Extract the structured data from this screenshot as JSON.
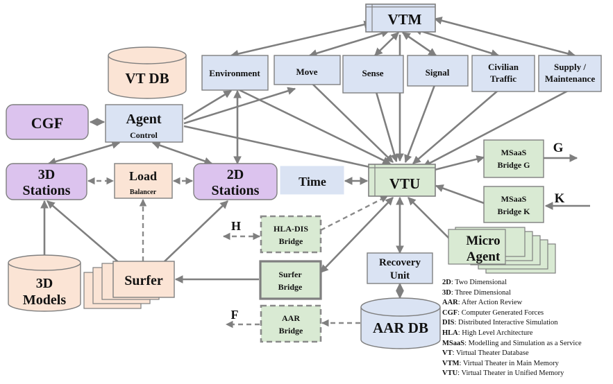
{
  "nodes": {
    "vtm": "VTM",
    "vtdb": "VT DB",
    "environment": "Environment",
    "move": "Move",
    "sense": "Sense",
    "signal": "Signal",
    "civilian_1": "Civilian",
    "civilian_2": "Traffic",
    "supply_1": "Supply /",
    "supply_2": "Maintenance",
    "cgf": "CGF",
    "agent_1": "Agent",
    "agent_2": "Control",
    "stations3d_1": "3D",
    "stations3d_2": "Stations",
    "load_1": "Load",
    "load_2": "Balancer",
    "stations2d_1": "2D",
    "stations2d_2": "Stations",
    "time": "Time",
    "vtu": "VTU",
    "bridge_g_1": "MSaaS",
    "bridge_g_2": "Bridge G",
    "bridge_k_1": "MSaaS",
    "bridge_k_2": "Bridge K",
    "label_g": "G",
    "label_k": "K",
    "label_h": "H",
    "hla_1": "HLA-DIS",
    "hla_2": "Bridge",
    "micro_1": "Micro",
    "micro_2": "Agent",
    "models_1": "3D",
    "models_2": "Models",
    "surfer": "Surfer",
    "surfer_bridge_1": "Surfer",
    "surfer_bridge_2": "Bridge",
    "recovery_1": "Recovery",
    "recovery_2": "Unit",
    "label_f": "F",
    "aar_1": "AAR",
    "aar_2": "Bridge",
    "aardb": "AAR DB"
  },
  "legend": [
    {
      "abbr": "2D",
      "text": ": Two Dimensional"
    },
    {
      "abbr": "3D",
      "text": ": Three Dimensional"
    },
    {
      "abbr": "AAR",
      "text": ": After Action Review"
    },
    {
      "abbr": "CGF",
      "text": ": Computer Generated Forces"
    },
    {
      "abbr": "DIS",
      "text": ": Distributed Interactive Simulation"
    },
    {
      "abbr": "HLA",
      "text": ": High Level Architecture"
    },
    {
      "abbr": "MSaaS",
      "text": ": Modelling and Simulation as a Service"
    },
    {
      "abbr": "VT",
      "text": ": Virtual Theater Database"
    },
    {
      "abbr": "VTM",
      "text": ": Virtual Theater in Main Memory"
    },
    {
      "abbr": "VTU",
      "text": ": Virtual Theater in Unified Memory"
    }
  ],
  "colors": {
    "blue_box": "#dae3f3",
    "green_box": "#d9ead3",
    "purple_box": "#dcc3ee",
    "peach_box": "#fbe4d5",
    "arrow": "#7f7f7f"
  }
}
